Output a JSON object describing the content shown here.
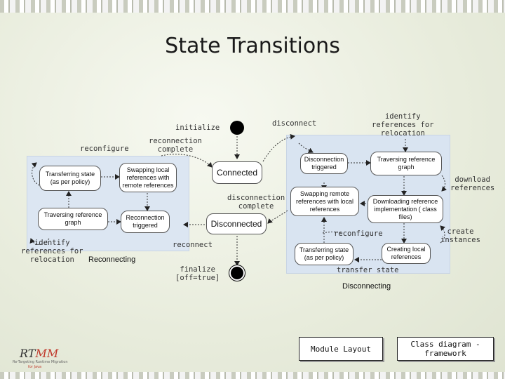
{
  "title": "State Transitions",
  "diagram": {
    "groups": {
      "reconnecting": "Reconnecting",
      "disconnecting": "Disconnecting"
    },
    "states": {
      "connected": "Connected",
      "disconnected": "Disconnected",
      "left_transferring_state": "Transferring state (as per policy)",
      "left_swapping_local": "Swapping local references with remote references",
      "left_traversing_graph": "Traversing reference graph",
      "left_reconnection_triggered": "Reconnection triggered",
      "right_disconnection_triggered": "Disconnection triggered",
      "right_traversing_graph": "Traversing reference graph",
      "right_swapping_remote": "Swapping remote references with local references",
      "right_downloading_impl": "Downloading reference implementation ( class files)",
      "right_transferring_state": "Transferring state (as per policy)",
      "right_creating_local": "Creating local references"
    },
    "labels": {
      "initialize": "initialize",
      "disconnect": "disconnect",
      "identify_top": "identify\nreferences for\nrelocation",
      "reconnection_complete": "reconnection\ncomplete",
      "reconfigure_left": "reconfigure",
      "download_references": "download\nreferences",
      "disconnection_complete": "disconnection\ncomplete",
      "create_instances": "create\ninstances",
      "reconfigure_right": "reconfigure",
      "identify_left": "identify\nreferences for\nrelocation",
      "reconnect": "reconnect",
      "finalize": "finalize\n[off=true]",
      "transfer_state": "transfer state"
    }
  },
  "footer": {
    "module_layout": "Module Layout",
    "class_diagram": "Class diagram -\nframework",
    "logo_main": "RT",
    "logo_accent": "MM",
    "logo_sub": "Re-Targeting Runtime Migration",
    "logo_sub2": "for Java"
  },
  "colors": {
    "panel": "#dce6f2",
    "accent": "#c0392b"
  }
}
